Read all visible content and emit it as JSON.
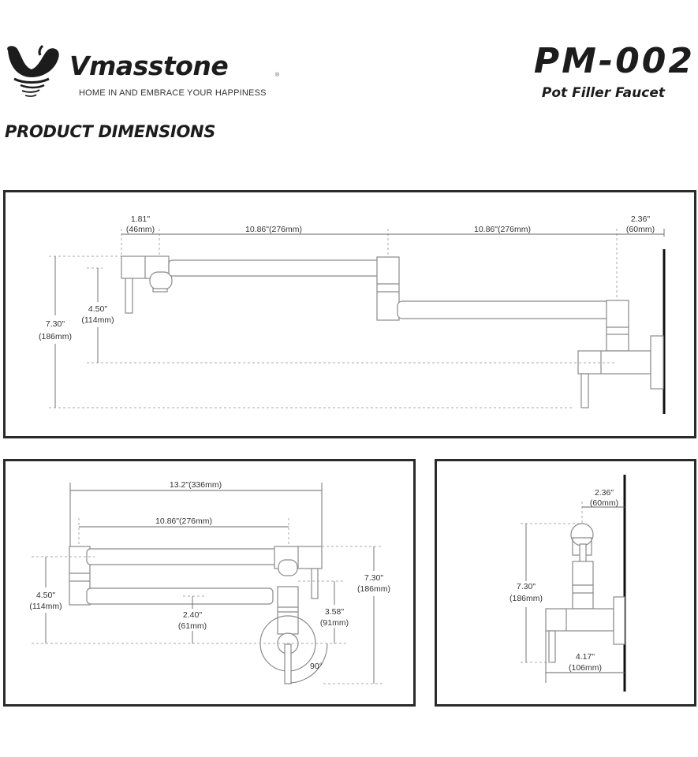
{
  "header": {
    "brand_name": "Vmasstone",
    "brand_registered": "®",
    "tagline": "HOME IN AND EMBRACE YOUR HAPPINESS",
    "model_number": "PM-002",
    "product_type": "Pot Filler Faucet",
    "logo_icon": "faucet-swirl-logo"
  },
  "section_title": "PRODUCT DIMENSIONS",
  "views": {
    "front": {
      "dims": {
        "spout_tip_in": "1.81\"",
        "spout_tip_mm": "(46mm)",
        "arm1": "10.86\"(276mm)",
        "arm2": "10.86\"(276mm)",
        "wall_offset_in": "2.36\"",
        "wall_offset_mm": "(60mm)",
        "outlet_height_in": "4.50\"",
        "outlet_height_mm": "(114mm)",
        "total_height_in": "7.30\"",
        "total_height_mm": "(186mm)"
      }
    },
    "top": {
      "dims": {
        "folded_length": "13.2\"(336mm)",
        "arm": "10.86\"(276mm)",
        "height_in": "7.30\"",
        "height_mm": "(186mm)",
        "outlet_in": "4.50\"",
        "outlet_mm": "(114mm)",
        "arm_gap_in": "2.40\"",
        "arm_gap_mm": "(61mm)",
        "valve_in": "3.58\"",
        "valve_mm": "(91mm)",
        "rotation": "90°"
      }
    },
    "side": {
      "dims": {
        "wall_offset_in": "2.36\"",
        "wall_offset_mm": "(60mm)",
        "height_in": "7.30\"",
        "height_mm": "(186mm)",
        "depth_in": "4.17\"",
        "depth_mm": "(106mm)"
      }
    }
  }
}
